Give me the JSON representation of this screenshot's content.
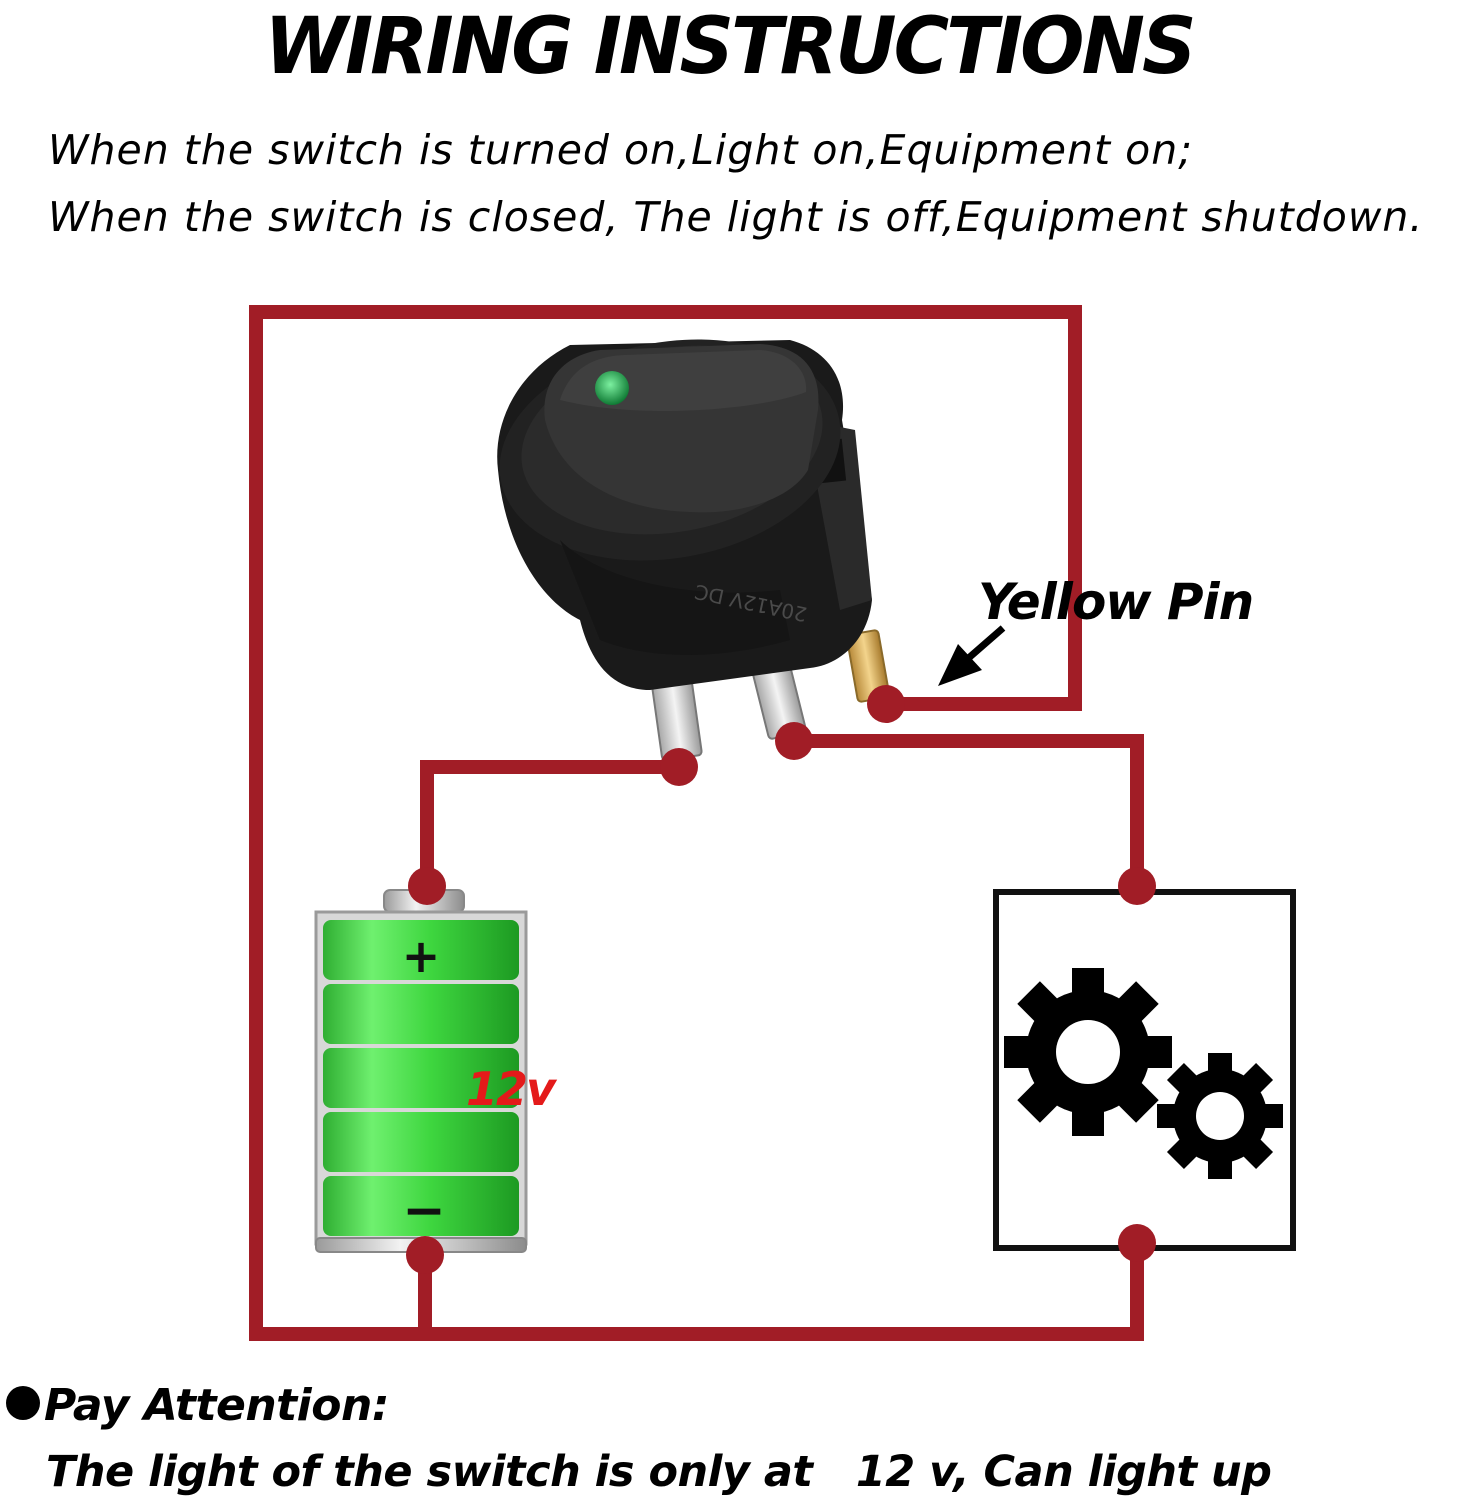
{
  "title": "WIRING INSTRUCTIONS",
  "description": {
    "line1": "When the switch is turned on,Light on,Equipment on;",
    "line2": "When the switch is closed, The light is off,Equipment shutdown."
  },
  "labels": {
    "yellow_pin": "Yellow Pin",
    "voltage": "12v",
    "battery_plus": "+",
    "battery_minus": "−",
    "switch_marking": "20A12V DC"
  },
  "note": {
    "title": "Pay Attention:",
    "text": "The light of the switch is only at   12 v, Can light up"
  },
  "colors": {
    "wire": "#a11d26",
    "battery_green": "#35d33a",
    "switch_led": "#1fa34a",
    "voltage_text": "#e41a1a"
  },
  "icons": [
    "rocker-switch-icon",
    "battery-icon",
    "gears-icon",
    "arrow-icon"
  ]
}
